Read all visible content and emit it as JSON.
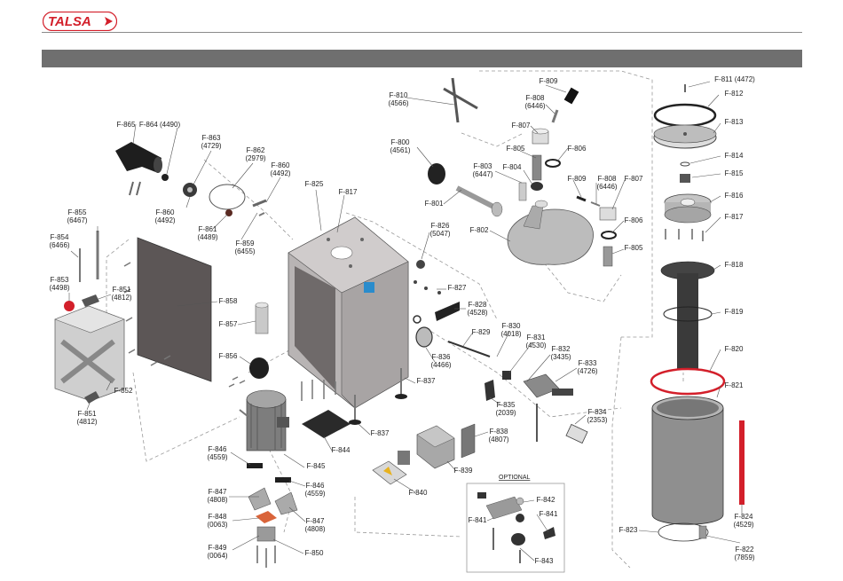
{
  "brand": {
    "logo_text": "TALSA",
    "color": "#d31f2a"
  },
  "optional_box": {
    "title": "OPTIONAL"
  },
  "parts": [
    {
      "id": "F-865",
      "t": [
        "F-865"
      ]
    },
    {
      "id": "F-864",
      "t": [
        "F-864 (4490)"
      ]
    },
    {
      "id": "F-863",
      "t": [
        "F-863",
        "(4729)"
      ]
    },
    {
      "id": "F-862",
      "t": [
        "F-862",
        "(2979)"
      ]
    },
    {
      "id": "F-860a",
      "t": [
        "F-860",
        "(4492)"
      ]
    },
    {
      "id": "F-860b",
      "t": [
        "F-860",
        "(4492)"
      ]
    },
    {
      "id": "F-861",
      "t": [
        "F-861",
        "(4489)"
      ]
    },
    {
      "id": "F-859",
      "t": [
        "F-859",
        "(6455)"
      ]
    },
    {
      "id": "F-825",
      "t": [
        "F-825"
      ]
    },
    {
      "id": "F-817a",
      "t": [
        "F-817"
      ]
    },
    {
      "id": "F-855",
      "t": [
        "F-855",
        "(6467)"
      ]
    },
    {
      "id": "F-854",
      "t": [
        "F-854",
        "(6466)"
      ]
    },
    {
      "id": "F-853",
      "t": [
        "F-853",
        "(4498)"
      ]
    },
    {
      "id": "F-851a",
      "t": [
        "F-851",
        "(4812)"
      ]
    },
    {
      "id": "F-858",
      "t": [
        "F-858"
      ]
    },
    {
      "id": "F-857",
      "t": [
        "F-857"
      ]
    },
    {
      "id": "F-856",
      "t": [
        "F-856"
      ]
    },
    {
      "id": "F-852",
      "t": [
        "F-852"
      ]
    },
    {
      "id": "F-851b",
      "t": [
        "F-851",
        "(4812)"
      ]
    },
    {
      "id": "F-810",
      "t": [
        "F-810",
        "(4566)"
      ]
    },
    {
      "id": "F-809a",
      "t": [
        "F-809"
      ]
    },
    {
      "id": "F-808a",
      "t": [
        "F-808",
        "(6446)"
      ]
    },
    {
      "id": "F-807a",
      "t": [
        "F-807"
      ]
    },
    {
      "id": "F-806a",
      "t": [
        "F-806"
      ]
    },
    {
      "id": "F-805a",
      "t": [
        "F-805"
      ]
    },
    {
      "id": "F-800",
      "t": [
        "F-800",
        "(4561)"
      ]
    },
    {
      "id": "F-803",
      "t": [
        "F-803",
        "(6447)"
      ]
    },
    {
      "id": "F-804",
      "t": [
        "F-804"
      ]
    },
    {
      "id": "F-809b",
      "t": [
        "F-809"
      ]
    },
    {
      "id": "F-808b",
      "t": [
        "F-808",
        "(6446)"
      ]
    },
    {
      "id": "F-807b",
      "t": [
        "F-807"
      ]
    },
    {
      "id": "F-806b",
      "t": [
        "F-806"
      ]
    },
    {
      "id": "F-805b",
      "t": [
        "F-805"
      ]
    },
    {
      "id": "F-801",
      "t": [
        "F-801"
      ]
    },
    {
      "id": "F-802",
      "t": [
        "F-802"
      ]
    },
    {
      "id": "F-826",
      "t": [
        "F-826",
        "(5047)"
      ]
    },
    {
      "id": "F-827",
      "t": [
        "F-827"
      ]
    },
    {
      "id": "F-828",
      "t": [
        "F-828",
        "(4528)"
      ]
    },
    {
      "id": "F-829",
      "t": [
        "F-829"
      ]
    },
    {
      "id": "F-830",
      "t": [
        "F-830",
        "(4018)"
      ]
    },
    {
      "id": "F-831",
      "t": [
        "F-831",
        "(4530)"
      ]
    },
    {
      "id": "F-832",
      "t": [
        "F-832",
        "(3435)"
      ]
    },
    {
      "id": "F-833",
      "t": [
        "F-833",
        "(4726)"
      ]
    },
    {
      "id": "F-836",
      "t": [
        "F-836",
        "(4466)"
      ]
    },
    {
      "id": "F-837a",
      "t": [
        "F-837"
      ]
    },
    {
      "id": "F-835",
      "t": [
        "F-835",
        "(2039)"
      ]
    },
    {
      "id": "F-834",
      "t": [
        "F-834",
        "(2353)"
      ]
    },
    {
      "id": "F-837b",
      "t": [
        "F-837"
      ]
    },
    {
      "id": "F-838",
      "t": [
        "F-838",
        "(4807)"
      ]
    },
    {
      "id": "F-839",
      "t": [
        "F-839"
      ]
    },
    {
      "id": "F-840",
      "t": [
        "F-840"
      ]
    },
    {
      "id": "F-844",
      "t": [
        "F-844"
      ]
    },
    {
      "id": "F-845",
      "t": [
        "F-845"
      ]
    },
    {
      "id": "F-846a",
      "t": [
        "F-846",
        "(4559)"
      ]
    },
    {
      "id": "F-847a",
      "t": [
        "F-847",
        "(4808)"
      ]
    },
    {
      "id": "F-846b",
      "t": [
        "F-846",
        "(4559)"
      ]
    },
    {
      "id": "F-848",
      "t": [
        "F-848",
        "(0063)"
      ]
    },
    {
      "id": "F-847b",
      "t": [
        "F-847",
        "(4808)"
      ]
    },
    {
      "id": "F-849",
      "t": [
        "F-849",
        "(0064)"
      ]
    },
    {
      "id": "F-850",
      "t": [
        "F-850"
      ]
    },
    {
      "id": "F-842",
      "t": [
        "F-842"
      ]
    },
    {
      "id": "F-841a",
      "t": [
        "F-841"
      ]
    },
    {
      "id": "F-841b",
      "t": [
        "F-841"
      ]
    },
    {
      "id": "F-843",
      "t": [
        "F-843"
      ]
    },
    {
      "id": "F-811",
      "t": [
        "F-811 (4472)"
      ]
    },
    {
      "id": "F-812",
      "t": [
        "F-812"
      ]
    },
    {
      "id": "F-813",
      "t": [
        "F-813"
      ]
    },
    {
      "id": "F-814",
      "t": [
        "F-814"
      ]
    },
    {
      "id": "F-815",
      "t": [
        "F-815"
      ]
    },
    {
      "id": "F-816",
      "t": [
        "F-816"
      ]
    },
    {
      "id": "F-817b",
      "t": [
        "F-817"
      ]
    },
    {
      "id": "F-818",
      "t": [
        "F-818"
      ]
    },
    {
      "id": "F-819",
      "t": [
        "F-819"
      ]
    },
    {
      "id": "F-820",
      "t": [
        "F-820"
      ]
    },
    {
      "id": "F-821",
      "t": [
        "F-821"
      ]
    },
    {
      "id": "F-823",
      "t": [
        "F-823"
      ]
    },
    {
      "id": "F-824",
      "t": [
        "F-824",
        "(4529)"
      ]
    },
    {
      "id": "F-822",
      "t": [
        "F-822",
        "(7859)"
      ]
    }
  ]
}
